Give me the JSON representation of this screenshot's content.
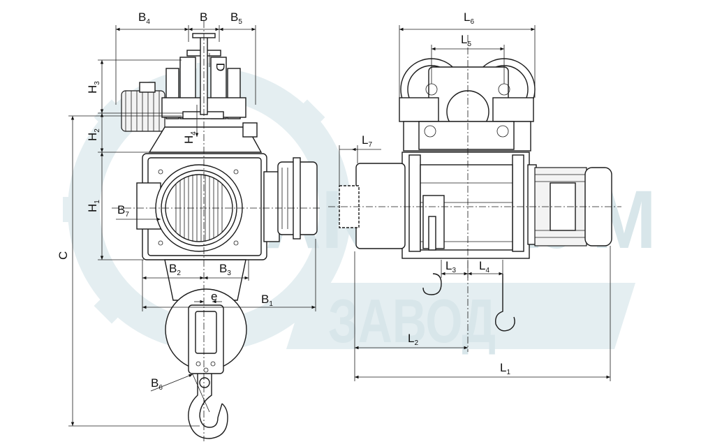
{
  "watermark": {
    "line1": "АКСИМУМ",
    "line2": "ЗАВОД",
    "color": "#d8e6ea"
  },
  "dims_side": {
    "B4": {
      "base": "B",
      "sub": "4"
    },
    "B": {
      "base": "B",
      "sub": ""
    },
    "B5": {
      "base": "B",
      "sub": "5"
    },
    "D": {
      "base": "D",
      "sub": ""
    },
    "H3": {
      "base": "H",
      "sub": "3"
    },
    "H2": {
      "base": "H",
      "sub": "2"
    },
    "H4": {
      "base": "H",
      "sub": "4"
    },
    "H1": {
      "base": "H",
      "sub": "1"
    },
    "B7": {
      "base": "B",
      "sub": "7"
    },
    "C": {
      "base": "C",
      "sub": ""
    },
    "B2": {
      "base": "B",
      "sub": "2"
    },
    "B3": {
      "base": "B",
      "sub": "3"
    },
    "e": {
      "base": "e",
      "sub": ""
    },
    "B1": {
      "base": "B",
      "sub": "1"
    },
    "B6": {
      "base": "B",
      "sub": "6"
    }
  },
  "dims_front": {
    "L6": {
      "base": "L",
      "sub": "6"
    },
    "L5": {
      "base": "L",
      "sub": "5"
    },
    "L7": {
      "base": "L",
      "sub": "7"
    },
    "L3": {
      "base": "L",
      "sub": "3"
    },
    "L4": {
      "base": "L",
      "sub": "4"
    },
    "L2": {
      "base": "L",
      "sub": "2"
    },
    "L1": {
      "base": "L",
      "sub": "1"
    }
  }
}
